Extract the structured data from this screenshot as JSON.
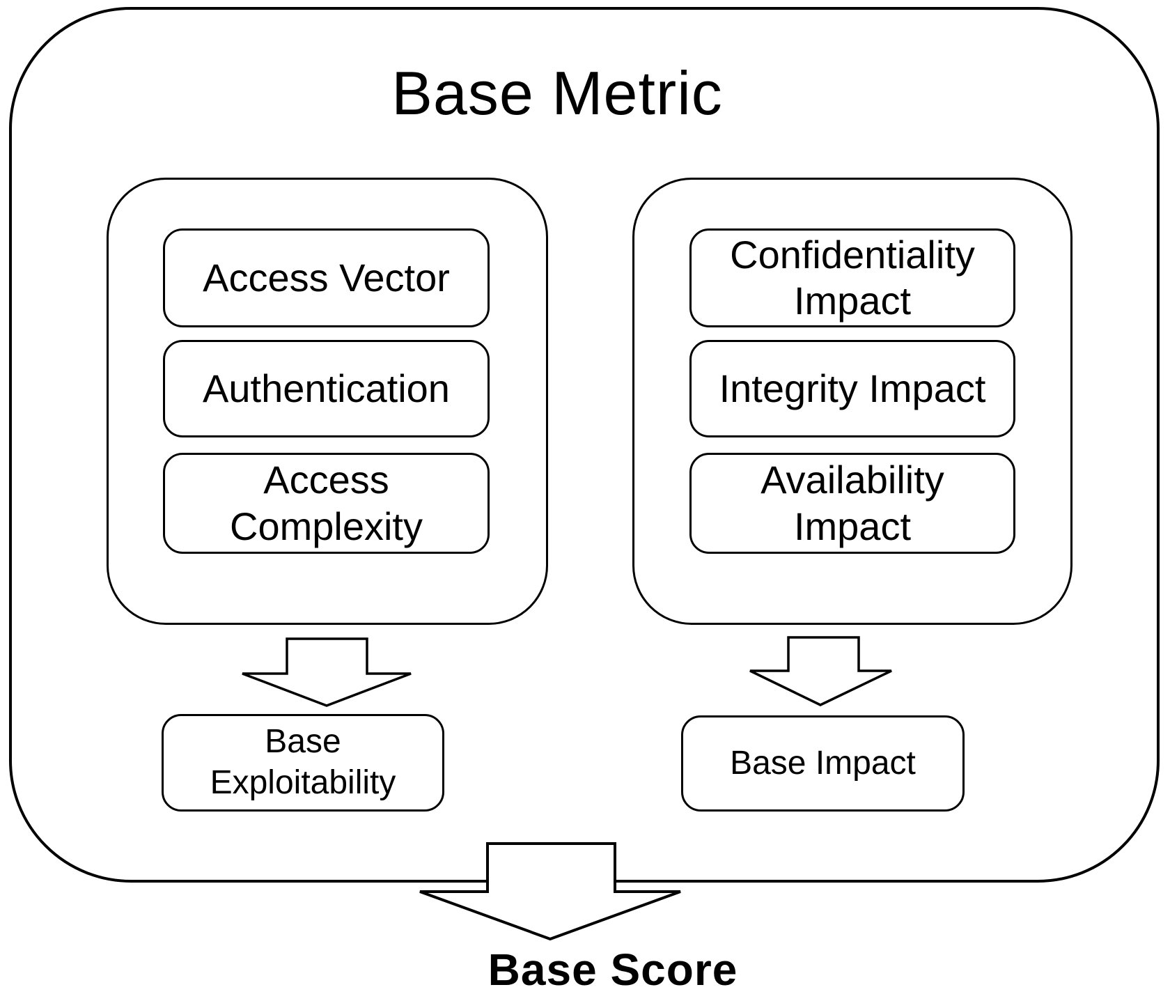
{
  "diagram": {
    "title": "Base Metric",
    "groups": [
      {
        "name": "exploitability",
        "metrics": [
          "Access Vector",
          "Authentication",
          "Access\nComplexity"
        ],
        "result": "Base\nExploitability"
      },
      {
        "name": "impact",
        "metrics": [
          "Confidentiality\nImpact",
          "Integrity Impact",
          "Availability\nImpact"
        ],
        "result": "Base Impact"
      }
    ],
    "output_label": "Base Score",
    "colors": {
      "stroke": "#000000",
      "background": "#ffffff",
      "text": "#000000"
    }
  }
}
